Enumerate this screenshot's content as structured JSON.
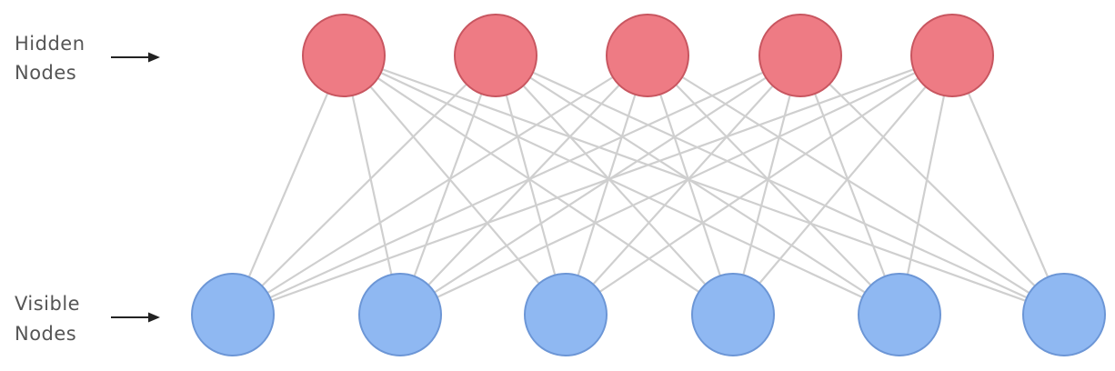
{
  "labels": {
    "hidden": [
      "Hidden",
      "Nodes"
    ],
    "visible": [
      "Visible",
      "Nodes"
    ]
  },
  "layers": {
    "hidden": {
      "count": 5,
      "fill": "#ee7b84",
      "stroke": "#c85660"
    },
    "visible": {
      "count": 6,
      "fill": "#8fb8f2",
      "stroke": "#6c96d6"
    }
  },
  "edge_color": "#cfcfcf",
  "connectivity": "fully-connected"
}
